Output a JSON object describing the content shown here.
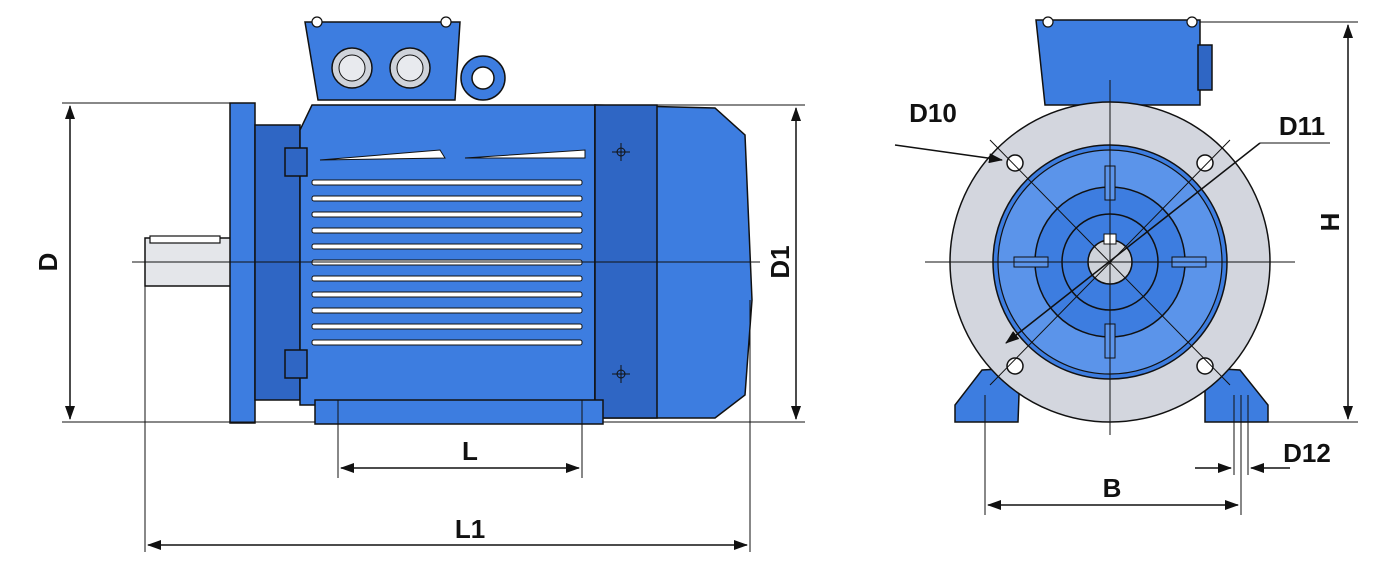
{
  "labels": {
    "D": "D",
    "D1": "D1",
    "L": "L",
    "L1": "L1",
    "D10": "D10",
    "D11": "D11",
    "H": "H",
    "D12": "D12",
    "B": "B"
  },
  "colors": {
    "motor_body": "#3d7de0",
    "motor_shadow": "#2f66c4",
    "flange_face": "#d3d6de",
    "dimension_lines": "#111111"
  }
}
